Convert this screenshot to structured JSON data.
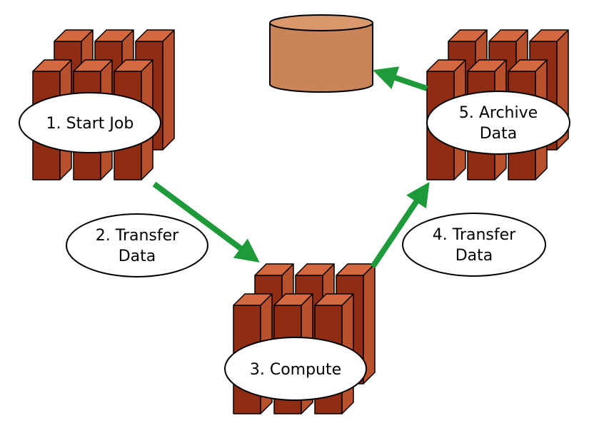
{
  "colors": {
    "block_front": "#8f2d14",
    "block_side": "#b8502e",
    "block_top": "#d4693f",
    "outline": "#000000",
    "arrow": "#1f9a3a",
    "database": "#c98457",
    "database_top": "#d9996c",
    "label_bubble": "#ffffff"
  },
  "steps": [
    {
      "id": "start",
      "lines": [
        "1. Start Job"
      ]
    },
    {
      "id": "transfer-in",
      "lines": [
        "2. Transfer",
        "Data"
      ]
    },
    {
      "id": "compute",
      "lines": [
        "3. Compute"
      ]
    },
    {
      "id": "transfer-out",
      "lines": [
        "4. Transfer",
        "Data"
      ]
    },
    {
      "id": "archive",
      "lines": [
        "5. Archive",
        "Data"
      ]
    }
  ],
  "icons": [
    "server-cluster-icon",
    "database-icon",
    "arrow-icon"
  ]
}
